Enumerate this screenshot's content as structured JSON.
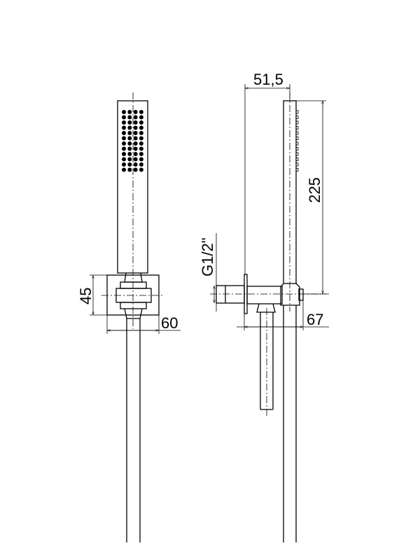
{
  "drawing": {
    "front_view": {
      "dim_height": "45",
      "dim_width": "60"
    },
    "side_view": {
      "dim_offset": "51,5",
      "dim_length": "225",
      "dim_depth": "67",
      "thread": "G1/2\""
    }
  }
}
